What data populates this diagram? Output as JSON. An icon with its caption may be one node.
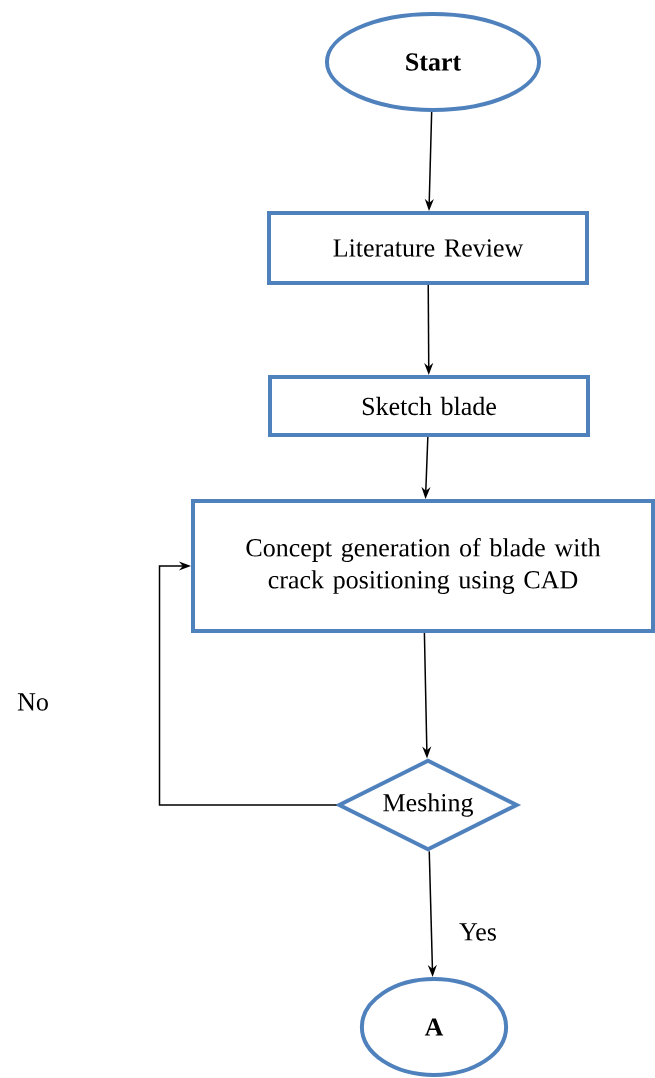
{
  "diagram": {
    "nodes": [
      {
        "text": [
          "Start"
        ]
      },
      {
        "text": [
          "Literature Review"
        ]
      },
      {
        "text": [
          "Sketch blade"
        ]
      },
      {
        "text": [
          "Concept generation of blade with crack positioning using CAD"
        ]
      },
      {
        "text": [
          "Meshing"
        ]
      },
      {
        "text": [
          "A"
        ]
      }
    ],
    "edges": [
      {
        "from": 0,
        "to": 1,
        "arrow": "to"
      },
      {
        "from": 1,
        "to": 2,
        "arrow": "to"
      },
      {
        "from": 2,
        "to": 3,
        "arrow": "to"
      },
      {
        "from": 3,
        "to": 4,
        "arrow": "to"
      },
      {
        "from": 4,
        "to": 5,
        "arrow": "to",
        "label": "Yes"
      },
      {
        "from": 4,
        "to": 3,
        "arrow": "to",
        "label": "No"
      }
    ]
  }
}
